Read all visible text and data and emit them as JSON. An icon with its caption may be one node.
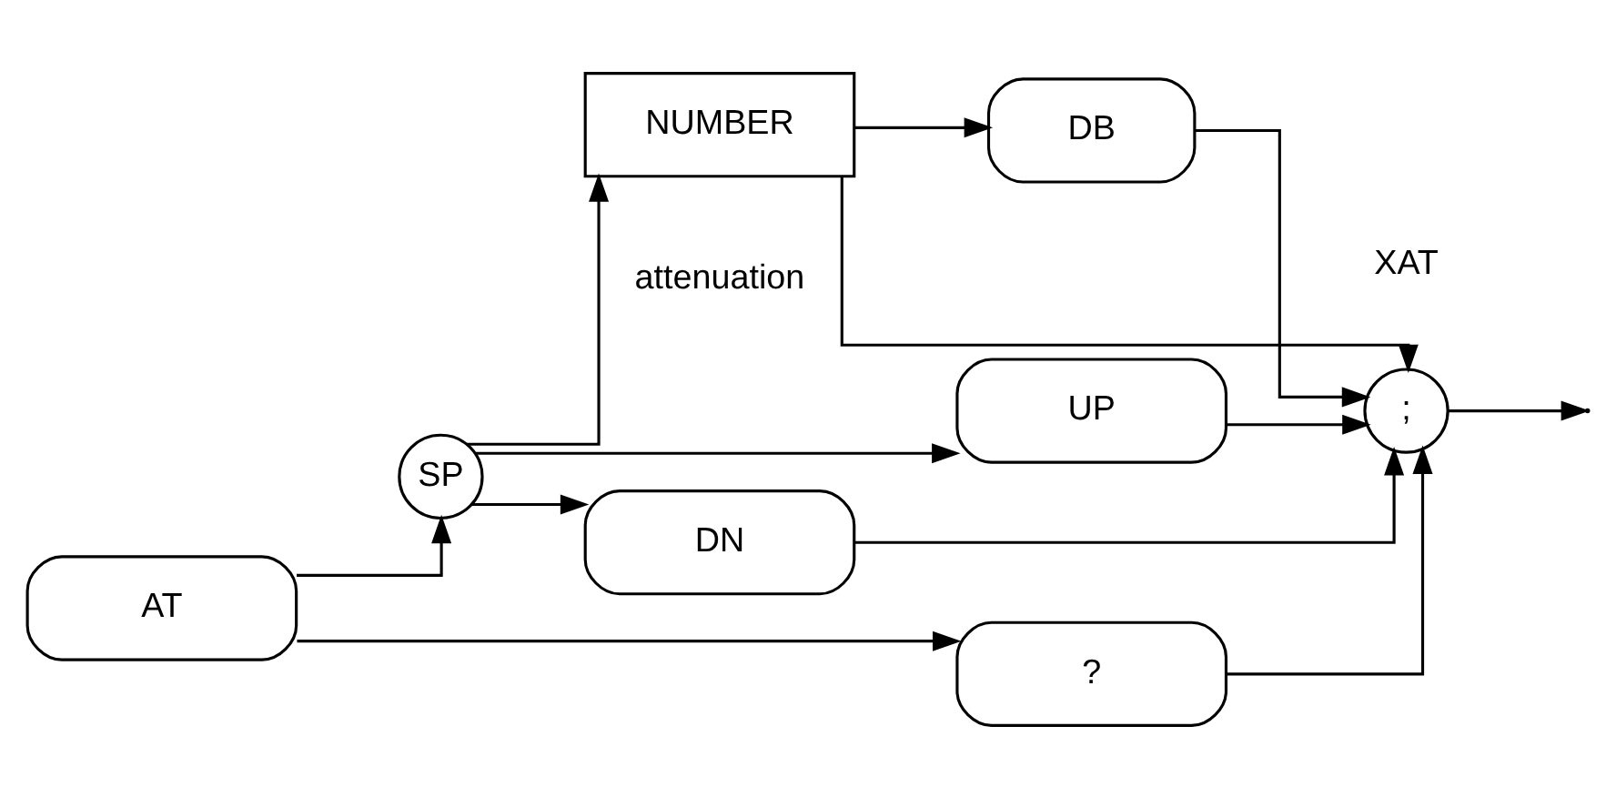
{
  "diagram": {
    "nodes": [
      {
        "text": [
          "AT"
        ]
      },
      {
        "text": [
          "SP"
        ]
      },
      {
        "text": [
          "NUMBER"
        ]
      },
      {
        "text": [
          "DB"
        ]
      },
      {
        "text": [
          "UP"
        ]
      },
      {
        "text": [
          "DN"
        ]
      },
      {
        "text": [
          "?"
        ]
      },
      {
        "text": [
          ";"
        ]
      }
    ],
    "edges": [
      {
        "from": 0,
        "to": 1,
        "arrow": "to"
      },
      {
        "from": 0,
        "to": 6,
        "arrow": "to"
      },
      {
        "from": 1,
        "to": 2,
        "arrow": "to"
      },
      {
        "from": 1,
        "to": 4,
        "arrow": "to"
      },
      {
        "from": 1,
        "to": 5,
        "arrow": "to"
      },
      {
        "from": 2,
        "to": 3,
        "arrow": "to"
      },
      {
        "from": 2,
        "to": 7,
        "arrow": "to"
      },
      {
        "from": 3,
        "to": 7,
        "arrow": "to"
      },
      {
        "from": 4,
        "to": 7,
        "arrow": "to"
      },
      {
        "from": 5,
        "to": 7,
        "arrow": "to"
      },
      {
        "from": 6,
        "to": 7,
        "arrow": "to"
      },
      {
        "from": 7,
        "to": null,
        "arrow": "to"
      }
    ],
    "labels": [
      "attenuation",
      "XAT"
    ]
  }
}
